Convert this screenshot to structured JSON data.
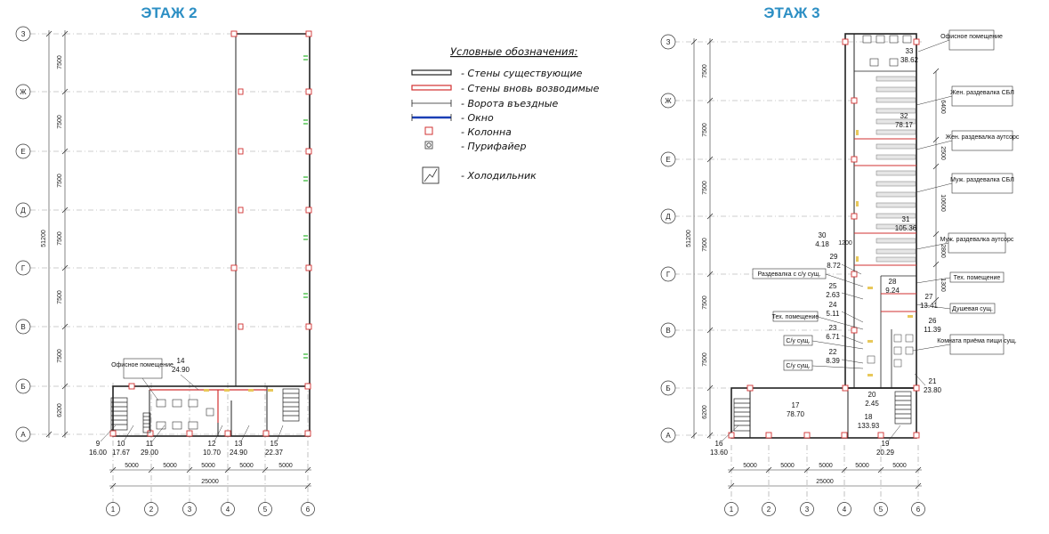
{
  "floors": [
    {
      "title": "ЭТАЖ 2",
      "row_axes": [
        "З",
        "Ж",
        "Е",
        "Д",
        "Г",
        "В",
        "Б",
        "А"
      ],
      "col_axes": [
        "1",
        "2",
        "3",
        "4",
        "5",
        "6"
      ],
      "row_dims": [
        "7500",
        "7500",
        "7500",
        "7500",
        "7500",
        "7500",
        "6200"
      ],
      "total_height": "51200",
      "col_dims": [
        "5000",
        "5000",
        "5000",
        "5000",
        "5000"
      ],
      "total_width": "25000",
      "rooms": [
        {
          "num": "9",
          "area": "16.00"
        },
        {
          "num": "10",
          "area": "17.67"
        },
        {
          "num": "11",
          "area": "29.00"
        },
        {
          "num": "12",
          "area": "10.70"
        },
        {
          "num": "13",
          "area": "24.90"
        },
        {
          "num": "14",
          "area": "24.90"
        },
        {
          "num": "15",
          "area": "22.37"
        }
      ],
      "callouts": [
        "Офисное помещение"
      ]
    },
    {
      "title": "ЭТАЖ 3",
      "row_axes": [
        "З",
        "Ж",
        "Е",
        "Д",
        "Г",
        "В",
        "Б",
        "А"
      ],
      "col_axes": [
        "1",
        "2",
        "3",
        "4",
        "5",
        "6"
      ],
      "row_dims": [
        "7500",
        "7500",
        "7500",
        "7500",
        "7500",
        "7500",
        "6200"
      ],
      "total_height": "51200",
      "col_dims": [
        "5000",
        "5000",
        "5000",
        "5000",
        "5000"
      ],
      "total_width": "25000",
      "right_dims": [
        "6400",
        "2500",
        "10600",
        "2800",
        "1300"
      ],
      "inner_dim": "1200",
      "rooms": [
        {
          "num": "16",
          "area": "13.60"
        },
        {
          "num": "17",
          "area": "78.70"
        },
        {
          "num": "18",
          "area": "133.93"
        },
        {
          "num": "19",
          "area": "20.29"
        },
        {
          "num": "20",
          "area": "2.45"
        },
        {
          "num": "21",
          "area": "23.80"
        },
        {
          "num": "22",
          "area": "8.39"
        },
        {
          "num": "23",
          "area": "6.71"
        },
        {
          "num": "24",
          "area": "5.11"
        },
        {
          "num": "25",
          "area": "2.63"
        },
        {
          "num": "26",
          "area": "11.39"
        },
        {
          "num": "27",
          "area": "13.41"
        },
        {
          "num": "28",
          "area": "9.24"
        },
        {
          "num": "29",
          "area": "8.72"
        },
        {
          "num": "30",
          "area": "4.18"
        },
        {
          "num": "31",
          "area": "105.36"
        },
        {
          "num": "32",
          "area": "78.17"
        },
        {
          "num": "33",
          "area": "38.62"
        }
      ],
      "callouts": [
        "Офисное помещение",
        "Жен. раздевалка СБЛ",
        "Жен. раздевалка аутсорс",
        "Муж. раздевалка СБЛ",
        "Муж. раздевалка аутсорс",
        "Тех. помещение",
        "Душевая сущ.",
        "Комната приёма пищи сущ.",
        "Раздевалка с с/у сущ.",
        "Тех. помещение",
        "С/у сущ.",
        "С/у сущ."
      ]
    }
  ],
  "legend": {
    "title": "Условные обозначения:",
    "items": [
      {
        "icon": "existing-wall-icon",
        "text": "- Стены существующие"
      },
      {
        "icon": "new-wall-icon",
        "text": "- Стены вновь возводимые"
      },
      {
        "icon": "gate-icon",
        "text": "- Ворота въездные"
      },
      {
        "icon": "window-icon",
        "text": "- Окно"
      },
      {
        "icon": "column-icon",
        "text": "- Колонна"
      },
      {
        "icon": "purifier-icon",
        "text": "- Пурифайер"
      },
      {
        "icon": "fridge-icon",
        "text": "- Холодильник"
      }
    ]
  },
  "colors": {
    "title": "#2d8fc4",
    "wall": "#222222",
    "new_wall": "#d23030",
    "window": "#1a3fb5",
    "green": "#2bb52b",
    "grid": "#9a9a9a"
  }
}
